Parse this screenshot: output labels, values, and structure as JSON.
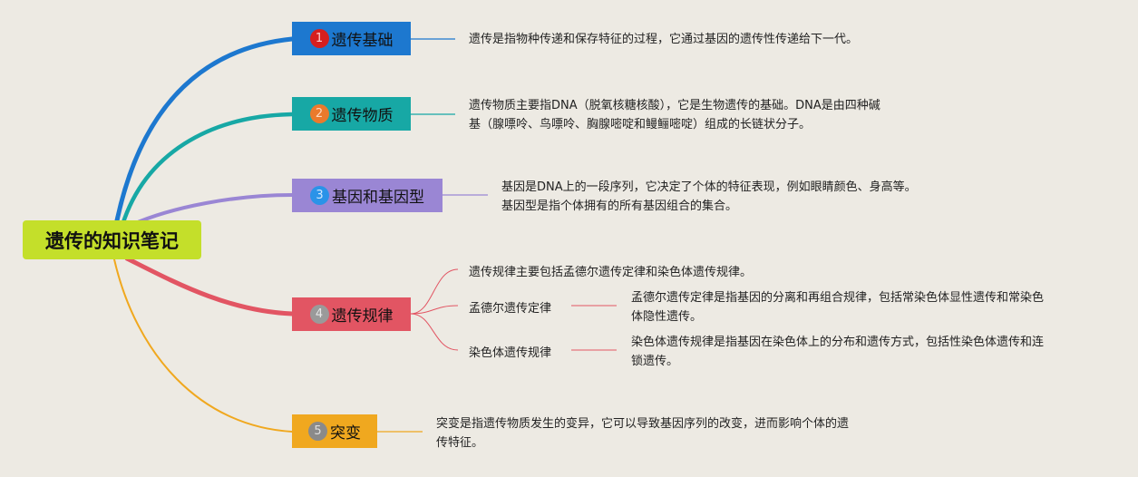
{
  "root": {
    "title": "遗传的知识笔记"
  },
  "topics": [
    {
      "num": "1",
      "label": "遗传基础",
      "color": "#1d78cf",
      "desc": [
        "遗传是指物种传递和保存特征的过程，它通过基因的遗传性传递给下一代。"
      ]
    },
    {
      "num": "2",
      "label": "遗传物质",
      "color": "#17a8a5",
      "desc": [
        "遗传物质主要指DNA（脱氧核糖核酸），它是生物遗传的基础。DNA是由四种碱",
        "基（腺嘌呤、鸟嘌呤、胸腺嘧啶和鳗鲡嘧啶）组成的长链状分子。"
      ]
    },
    {
      "num": "3",
      "label": "基因和基因型",
      "color": "#9a86d4",
      "desc": [
        "基因是DNA上的一段序列，它决定了个体的特征表现，例如眼睛颜色、身高等。",
        "基因型是指个体拥有的所有基因组合的集合。"
      ]
    },
    {
      "num": "4",
      "label": "遗传规律",
      "color": "#e25563",
      "intro": "遗传规律主要包括孟德尔遗传定律和染色体遗传规律。",
      "subs": [
        {
          "label": "孟德尔遗传定律",
          "desc": [
            "孟德尔遗传定律是指基因的分离和再组合规律，包括常染色体显性遗传和常染色",
            "体隐性遗传。"
          ]
        },
        {
          "label": "染色体遗传规律",
          "desc": [
            "染色体遗传规律是指基因在染色体上的分布和遗传方式，包括性染色体遗传和连",
            "锁遗传。"
          ]
        }
      ]
    },
    {
      "num": "5",
      "label": "突变",
      "color": "#f0a81f",
      "desc": [
        "突变是指遗传物质发生的变异，它可以导致基因序列的改变，进而影响个体的遗",
        "传特征。"
      ]
    }
  ]
}
